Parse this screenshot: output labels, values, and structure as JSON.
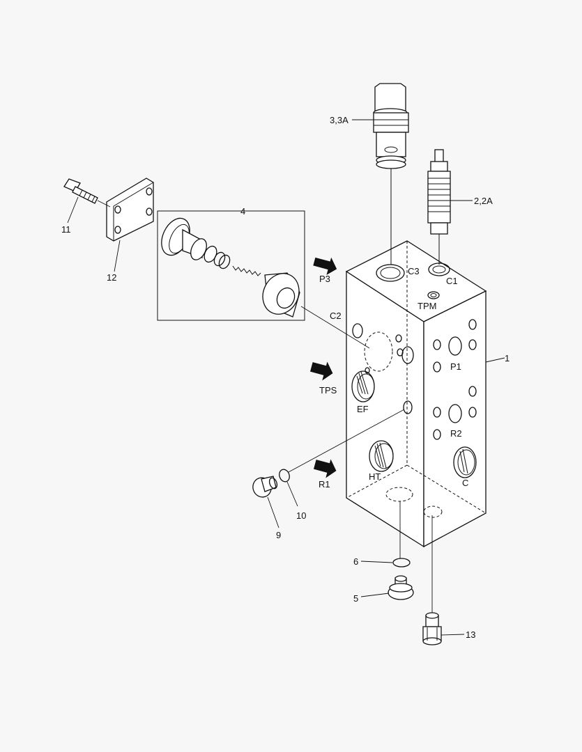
{
  "callouts": {
    "c1": "1",
    "c2": "2,2A",
    "c3": "3,3A",
    "c4": "4",
    "c5": "5",
    "c6": "6",
    "c9": "9",
    "c10": "10",
    "c11": "11",
    "c12": "12",
    "c13": "13"
  },
  "ports": {
    "c3": "C3",
    "c1": "C1",
    "tpm": "TPM",
    "c2": "C2",
    "p1": "P1",
    "ef": "EF",
    "r2": "R2",
    "ht": "HT",
    "c": "C"
  },
  "flow_arrows": {
    "p3": "P3",
    "tps": "TPS",
    "r1": "R1"
  }
}
